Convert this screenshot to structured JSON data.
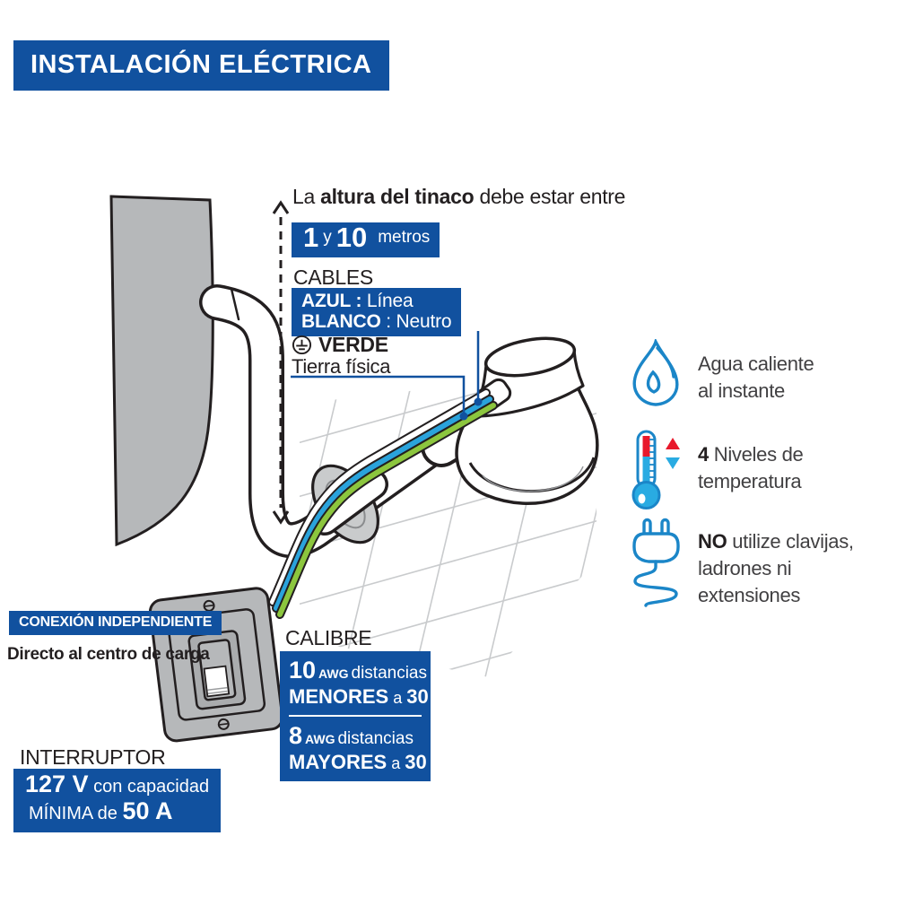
{
  "colors": {
    "brand_blue": "#11519f",
    "icon_blue": "#1b86c8",
    "cable_blue": "#2aa3dc",
    "cable_green": "#8cc63e",
    "alert_red": "#e8192c",
    "thermo_blue": "#29abe2",
    "tank_gray": "#b6b8ba"
  },
  "title": {
    "label": "INSTALACIÓN ELÉCTRICA"
  },
  "height_note": {
    "pre": "La ",
    "bold": "altura del tinaco",
    "post": " debe estar entre",
    "num1": "1",
    "conj": "y",
    "num2": "10",
    "unit": "metros"
  },
  "cables": {
    "heading": "CABLES",
    "items": [
      {
        "bold": "AZUL :",
        "rest": " Línea"
      },
      {
        "bold": "BLANCO",
        "rest": " : Neutro"
      }
    ],
    "ground_name": "VERDE",
    "ground_desc": "Tierra física"
  },
  "features": [
    {
      "icon": "flame-icon",
      "bold": "",
      "line1": "Agua caliente",
      "line2": "al instante"
    },
    {
      "icon": "thermometer-icon",
      "bold": "4",
      "line1": " Niveles de",
      "line2": "temperatura"
    },
    {
      "icon": "plug-icon",
      "bold": "NO",
      "line1": " utilize clavijas,",
      "line2": "ladrones ni extensiones"
    }
  ],
  "connection": {
    "banner": "CONEXIÓN INDEPENDIENTE",
    "note": "Directo al centro de carga"
  },
  "calibre": {
    "heading": "CALIBRE",
    "rows": [
      {
        "num": "10",
        "awg": "AWG",
        "word": "distancias",
        "bold2": "MENORES",
        "mid": "a",
        "val": "30 m"
      },
      {
        "num": "8",
        "awg": "AWG",
        "word": "distancias",
        "bold2": "MAYORES",
        "mid": "a",
        "val": "30 m"
      }
    ]
  },
  "interruptor": {
    "heading": "INTERRUPTOR",
    "bold1": "127 V",
    "rest1": " con capacidad",
    "pre2": "MÍNIMA de ",
    "bold2": "50 A"
  }
}
